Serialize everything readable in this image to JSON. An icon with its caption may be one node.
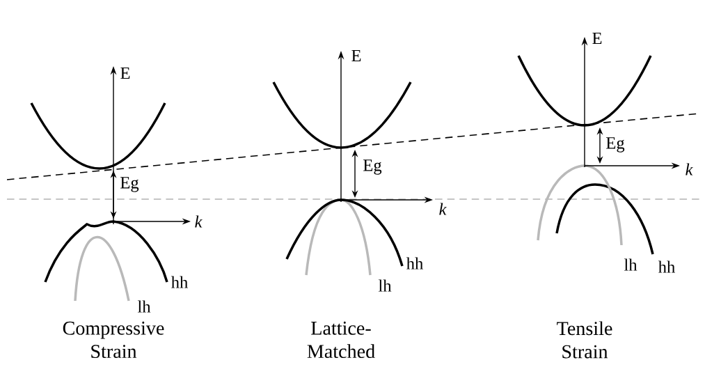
{
  "diagram": {
    "labels": [
      "E",
      "k",
      "Eg",
      "hh",
      "lh",
      "Compressive Strain",
      "E",
      "k",
      "Eg",
      "lh",
      "hh",
      "Lattice- Matched",
      "E",
      "k",
      "Eg",
      "lh",
      "hh",
      "Tensile Strain"
    ]
  }
}
